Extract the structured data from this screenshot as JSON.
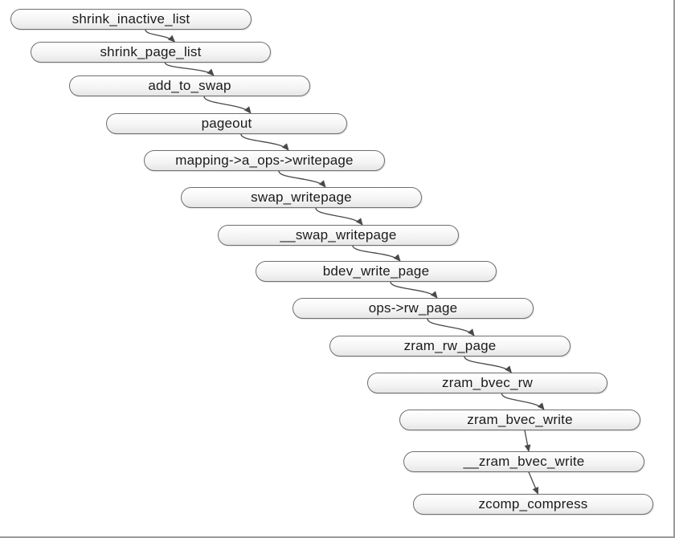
{
  "diagram": {
    "nodes": [
      {
        "id": "n0",
        "label": "shrink_inactive_list"
      },
      {
        "id": "n1",
        "label": "shrink_page_list"
      },
      {
        "id": "n2",
        "label": "add_to_swap"
      },
      {
        "id": "n3",
        "label": "pageout"
      },
      {
        "id": "n4",
        "label": "mapping->a_ops->writepage"
      },
      {
        "id": "n5",
        "label": "swap_writepage"
      },
      {
        "id": "n6",
        "label": "__swap_writepage"
      },
      {
        "id": "n7",
        "label": "bdev_write_page"
      },
      {
        "id": "n8",
        "label": "ops->rw_page"
      },
      {
        "id": "n9",
        "label": "zram_rw_page"
      },
      {
        "id": "n10",
        "label": "zram_bvec_rw"
      },
      {
        "id": "n11",
        "label": "zram_bvec_write"
      },
      {
        "id": "n12",
        "label": "__zram_bvec_write"
      },
      {
        "id": "n13",
        "label": "zcomp_compress"
      }
    ],
    "edges": [
      {
        "from": "n0",
        "to": "n1"
      },
      {
        "from": "n1",
        "to": "n2"
      },
      {
        "from": "n2",
        "to": "n3"
      },
      {
        "from": "n3",
        "to": "n4"
      },
      {
        "from": "n4",
        "to": "n5"
      },
      {
        "from": "n5",
        "to": "n6"
      },
      {
        "from": "n6",
        "to": "n7"
      },
      {
        "from": "n7",
        "to": "n8"
      },
      {
        "from": "n8",
        "to": "n9"
      },
      {
        "from": "n9",
        "to": "n10"
      },
      {
        "from": "n10",
        "to": "n11"
      },
      {
        "from": "n11",
        "to": "n12"
      },
      {
        "from": "n12",
        "to": "n13"
      }
    ],
    "colors": {
      "node_border": "#6f6f6f",
      "node_fill": "#f4f4f4",
      "edge": "#4a4a4a",
      "text": "#1b1b1b"
    }
  }
}
